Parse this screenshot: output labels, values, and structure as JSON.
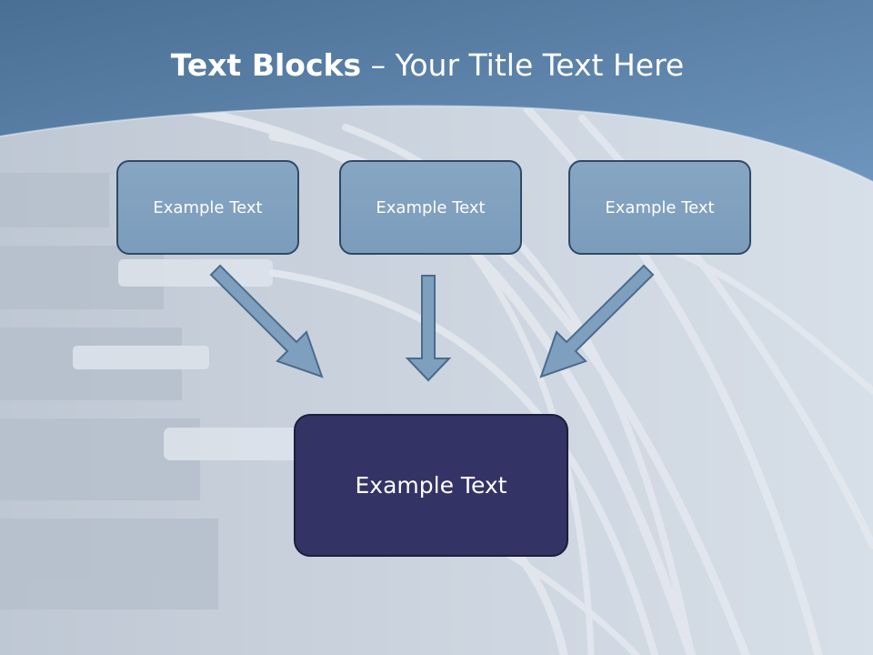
{
  "title": {
    "bold": "Text Blocks",
    "rest": " – Your Title Text Here"
  },
  "blocks": {
    "top": [
      "Example Text",
      "Example Text",
      "Example Text"
    ],
    "main": "Example Text"
  },
  "colors": {
    "header": "#5a81a8",
    "top_box_fill": "#7f9fbe",
    "top_box_border": "#2f4a66",
    "arrow_fill": "#7f9fbe",
    "main_box_fill": "#333366"
  }
}
